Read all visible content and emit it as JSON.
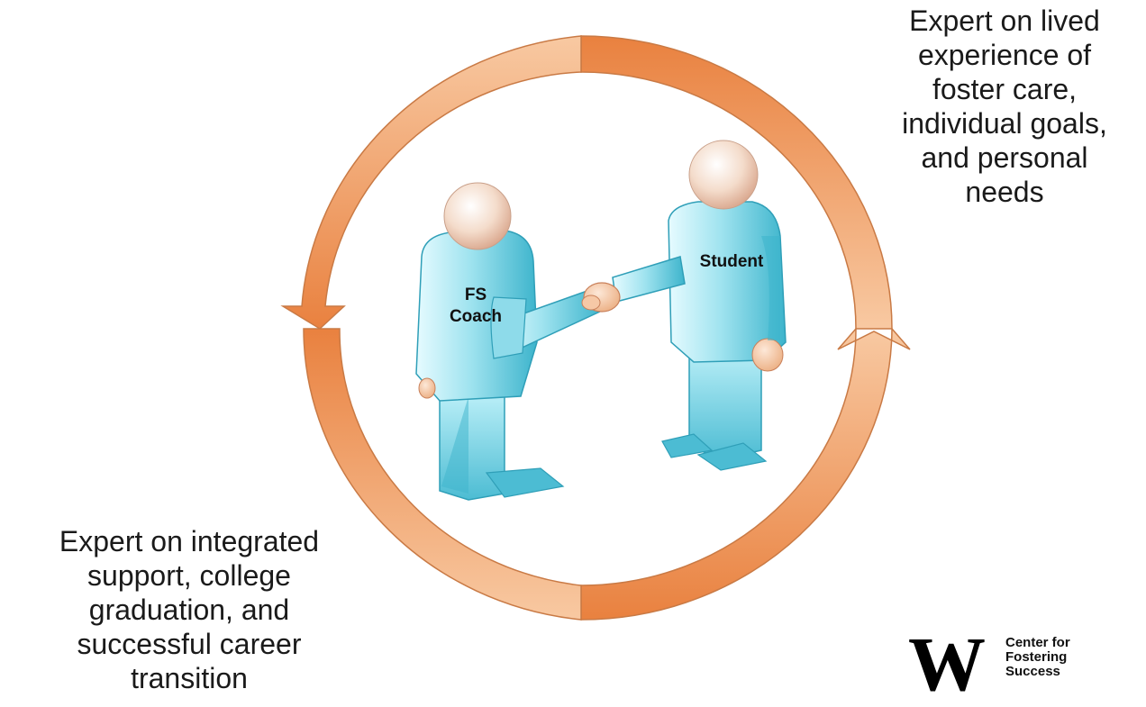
{
  "figures": {
    "coach_label": [
      "FS",
      "Coach"
    ],
    "student_label": "Student"
  },
  "captions": {
    "student_role": [
      "Expert on lived",
      "experience of",
      "foster care,",
      "individual goals,",
      "and personal",
      "needs"
    ],
    "coach_role": [
      "Expert on integrated",
      "support, college",
      "graduation, and",
      "successful career",
      "transition"
    ]
  },
  "logo": {
    "mark": "W",
    "text": [
      "Center for",
      "Fostering",
      "Success"
    ]
  },
  "colors": {
    "arrow_light": "#f8c9a2",
    "arrow_dark": "#e9813f",
    "arrow_stroke": "#c97a45",
    "figure_body": "#9fe3ef",
    "figure_shadow": "#3db4cc",
    "figure_head": "#f4dccb"
  }
}
